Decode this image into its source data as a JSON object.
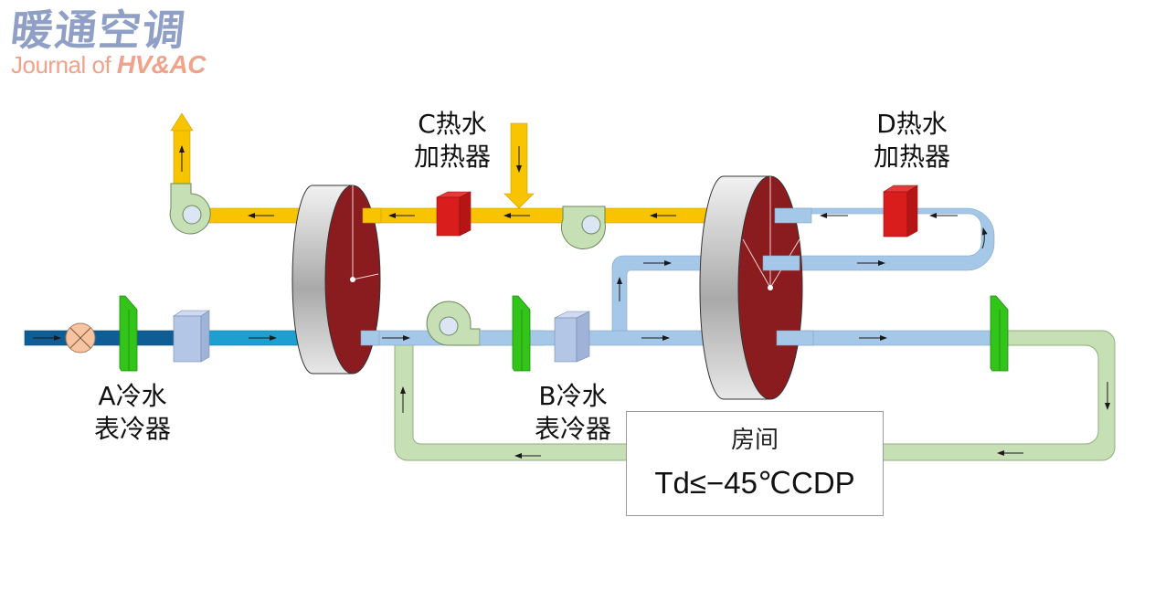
{
  "logo": {
    "title_cn": "暖通空调",
    "subtitle_prefix": "Journal of ",
    "subtitle_brand": "HV&AC"
  },
  "labels": {
    "cooler_a": [
      "A冷水",
      "表冷器"
    ],
    "cooler_b": [
      "B冷水",
      "表冷器"
    ],
    "heater_c": [
      "C热水",
      "加热器"
    ],
    "heater_d": [
      "D热水",
      "加热器"
    ]
  },
  "room": {
    "name": "房间",
    "spec": "Td≤−45℃CDP"
  },
  "colors": {
    "exhaust_air": "#f8c400",
    "process_air_dark": "#0e5e95",
    "process_air_mid": "#1d9fd0",
    "process_air_light": "#a6c8e8",
    "return_air": "#c6dfb4",
    "wheel_face": "#8a1c20",
    "heater": "#d91c1c",
    "cooler_coil": "#33c41a",
    "fan": "#c6dfb4",
    "filter": "#b4c6e6",
    "valve": "#f6c4a0"
  }
}
